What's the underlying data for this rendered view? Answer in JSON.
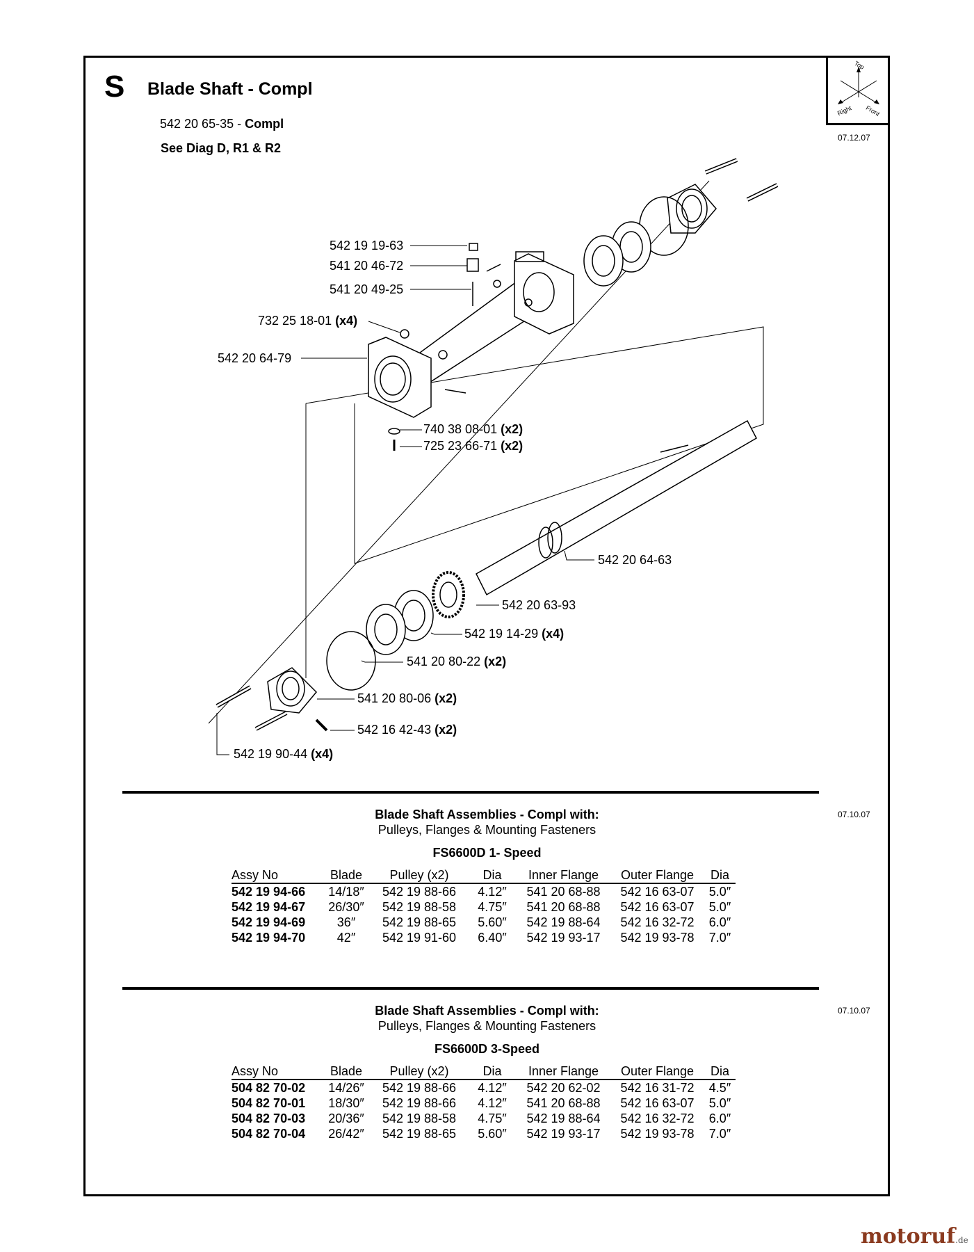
{
  "header": {
    "section_letter": "S",
    "title": "Blade Shaft - Compl",
    "part_number": "542 20 65-35 - ",
    "part_suffix": "Compl",
    "see_diag": "See Diag D, R1 & R2",
    "date": "07.12.07"
  },
  "orientation_icon": {
    "top": "Top",
    "right": "Right",
    "front": "Front"
  },
  "callouts": [
    {
      "text": "542 19 19-63",
      "qty": ""
    },
    {
      "text": "541 20 46-72",
      "qty": ""
    },
    {
      "text": "541 20 49-25",
      "qty": ""
    },
    {
      "text": "732 25 18-01 ",
      "qty": "(x4)"
    },
    {
      "text": "542 20 64-79",
      "qty": ""
    },
    {
      "text": "740 38 08-01 ",
      "qty": "(x2)"
    },
    {
      "text": "725 23 66-71 ",
      "qty": "(x2)"
    },
    {
      "text": "542 20 64-63",
      "qty": ""
    },
    {
      "text": "542 20 63-93",
      "qty": ""
    },
    {
      "text": "542 19 14-29 ",
      "qty": "(x4)"
    },
    {
      "text": "541 20 80-22 ",
      "qty": "(x2)"
    },
    {
      "text": "541 20 80-06 ",
      "qty": "(x2)"
    },
    {
      "text": "542 16 42-43 ",
      "qty": "(x2)"
    },
    {
      "text": "542 19 90-44 ",
      "qty": "(x4)"
    }
  ],
  "sections": [
    {
      "title": "Blade Shaft Assemblies - Compl with:",
      "subtitle": "Pulleys, Flanges & Mounting Fasteners",
      "model": "FS6600D 1- Speed",
      "date": "07.10.07",
      "columns": [
        "Assy No",
        "Blade",
        "Pulley (x2)",
        "Dia",
        "Inner Flange",
        "Outer Flange",
        "Dia"
      ],
      "rows": [
        [
          "542 19 94-66",
          "14/18″",
          "542 19 88-66",
          "4.12″",
          "541 20 68-88",
          "542 16 63-07",
          "5.0″"
        ],
        [
          "542 19 94-67",
          "26/30″",
          "542 19 88-58",
          "4.75″",
          "541 20 68-88",
          "542 16 63-07",
          "5.0″"
        ],
        [
          "542 19 94-69",
          "36″",
          "542 19 88-65",
          "5.60″",
          "542 19 88-64",
          "542 16 32-72",
          "6.0″"
        ],
        [
          "542 19 94-70",
          "42″",
          "542 19 91-60",
          "6.40″",
          "542 19 93-17",
          "542 19 93-78",
          "7.0″"
        ]
      ]
    },
    {
      "title": "Blade Shaft Assemblies - Compl with:",
      "subtitle": "Pulleys, Flanges & Mounting Fasteners",
      "model": "FS6600D 3-Speed",
      "date": "07.10.07",
      "columns": [
        "Assy No",
        "Blade",
        "Pulley (x2)",
        "Dia",
        "Inner Flange",
        "Outer Flange",
        "Dia"
      ],
      "rows": [
        [
          "504 82 70-02",
          "14/26″",
          "542 19 88-66",
          "4.12″",
          "542 20 62-02",
          "542 16 31-72",
          "4.5″"
        ],
        [
          "504 82 70-01",
          "18/30″",
          "542 19 88-66",
          "4.12″",
          "541 20 68-88",
          "542 16 63-07",
          "5.0″"
        ],
        [
          "504 82 70-03",
          "20/36″",
          "542 19 88-58",
          "4.75″",
          "542 19 88-64",
          "542 16 32-72",
          "6.0″"
        ],
        [
          "504 82 70-04",
          "26/42″",
          "542 19 88-65",
          "5.60″",
          "542 19 93-17",
          "542 19 93-78",
          "7.0″"
        ]
      ]
    }
  ],
  "watermark": {
    "brand": "motoruf",
    "tld": ".de"
  }
}
